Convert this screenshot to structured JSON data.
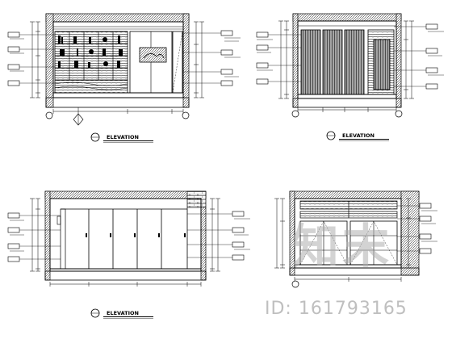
{
  "sheet": {
    "views": [
      {
        "title": "ELEVATION"
      },
      {
        "title": "ELEVATION"
      },
      {
        "title": "ELEVATION"
      },
      {
        "title": "ELEVATION"
      }
    ]
  },
  "watermark": {
    "logo": "知末",
    "id": "ID: 161793165"
  }
}
